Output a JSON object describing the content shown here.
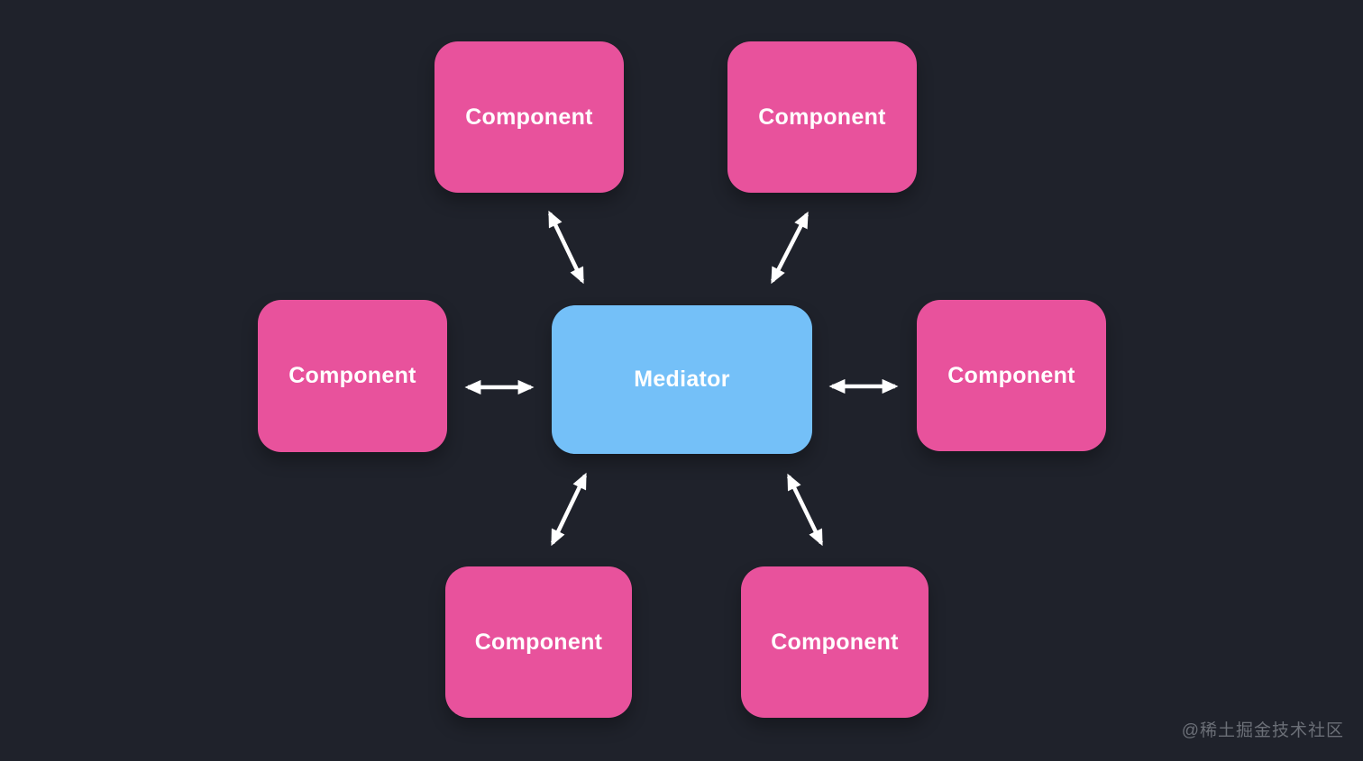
{
  "diagram": {
    "pattern": "mediator",
    "nodes": [
      {
        "id": "mediator",
        "label": "Mediator",
        "role": "mediator",
        "position": "center"
      },
      {
        "id": "component-top-left",
        "label": "Component",
        "role": "component",
        "position": "top-left"
      },
      {
        "id": "component-top-right",
        "label": "Component",
        "role": "component",
        "position": "top-right"
      },
      {
        "id": "component-left",
        "label": "Component",
        "role": "component",
        "position": "left"
      },
      {
        "id": "component-right",
        "label": "Component",
        "role": "component",
        "position": "right"
      },
      {
        "id": "component-bottom-left",
        "label": "Component",
        "role": "component",
        "position": "bottom-left"
      },
      {
        "id": "component-bottom-right",
        "label": "Component",
        "role": "component",
        "position": "bottom-right"
      }
    ],
    "edges": [
      {
        "from": "component-top-left",
        "to": "mediator",
        "style": "double-arrow"
      },
      {
        "from": "component-top-right",
        "to": "mediator",
        "style": "double-arrow"
      },
      {
        "from": "component-left",
        "to": "mediator",
        "style": "double-arrow"
      },
      {
        "from": "component-right",
        "to": "mediator",
        "style": "double-arrow"
      },
      {
        "from": "component-bottom-left",
        "to": "mediator",
        "style": "double-arrow"
      },
      {
        "from": "component-bottom-right",
        "to": "mediator",
        "style": "double-arrow"
      }
    ]
  },
  "colors": {
    "background": "#1f222b",
    "component": "#e8529c",
    "mediator": "#74c0f8",
    "arrow": "#ffffff",
    "label": "#ffffff",
    "watermark": "#6b6f77"
  },
  "watermark": {
    "text": "@稀土掘金技术社区"
  }
}
